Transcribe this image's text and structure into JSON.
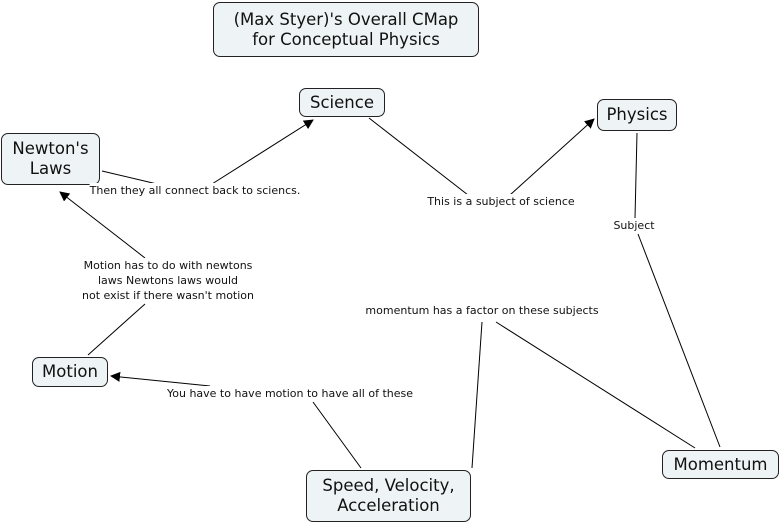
{
  "title": "(Max Styer)'s Overall CMap\nfor Conceptual Physics",
  "nodes": {
    "science": "Science",
    "physics": "Physics",
    "newtons_laws": "Newton's\nLaws",
    "motion": "Motion",
    "speed": "Speed, Velocity,\nAcceleration",
    "momentum": "Momentum"
  },
  "links": {
    "newton_science": "Then they all connect back to sciencs.",
    "science_physics": "This is a subject of science",
    "physics_momentum": "Subject",
    "motion_newton": "Motion has to do with newtons\nlaws Newtons laws would\nnot exist if there wasn't motion",
    "momentum_speed": "momentum has a factor on these subjects",
    "speed_motion": "You have to have motion to have all of these"
  },
  "colors": {
    "node_fill": "#eef3f5",
    "line": "#000000"
  }
}
